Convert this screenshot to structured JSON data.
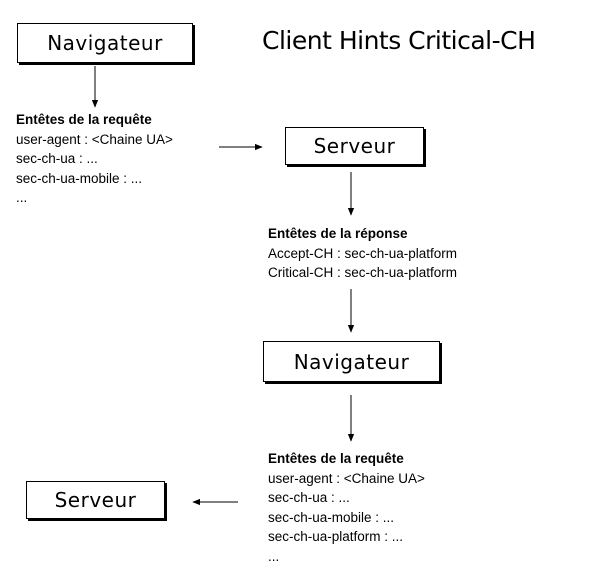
{
  "title": "Client Hints Critical-CH",
  "boxes": {
    "browser_top": "Navigateur",
    "server_top": "Serveur",
    "browser_mid": "Navigateur",
    "server_bottom": "Serveur"
  },
  "request_headers_1": {
    "title": "Entêtes de la requête",
    "lines": [
      "user-agent : <Chaine UA>",
      "sec-ch-ua : ...",
      "sec-ch-ua-mobile : ...",
      "..."
    ]
  },
  "response_headers": {
    "title": "Entêtes de la réponse",
    "lines": [
      "Accept-CH : sec-ch-ua-platform",
      "Critical-CH : sec-ch-ua-platform"
    ]
  },
  "request_headers_2": {
    "title": "Entêtes de la requête",
    "lines": [
      "user-agent : <Chaine UA>",
      "sec-ch-ua : ...",
      "sec-ch-ua-mobile : ...",
      "sec-ch-ua-platform : ...",
      "..."
    ]
  }
}
